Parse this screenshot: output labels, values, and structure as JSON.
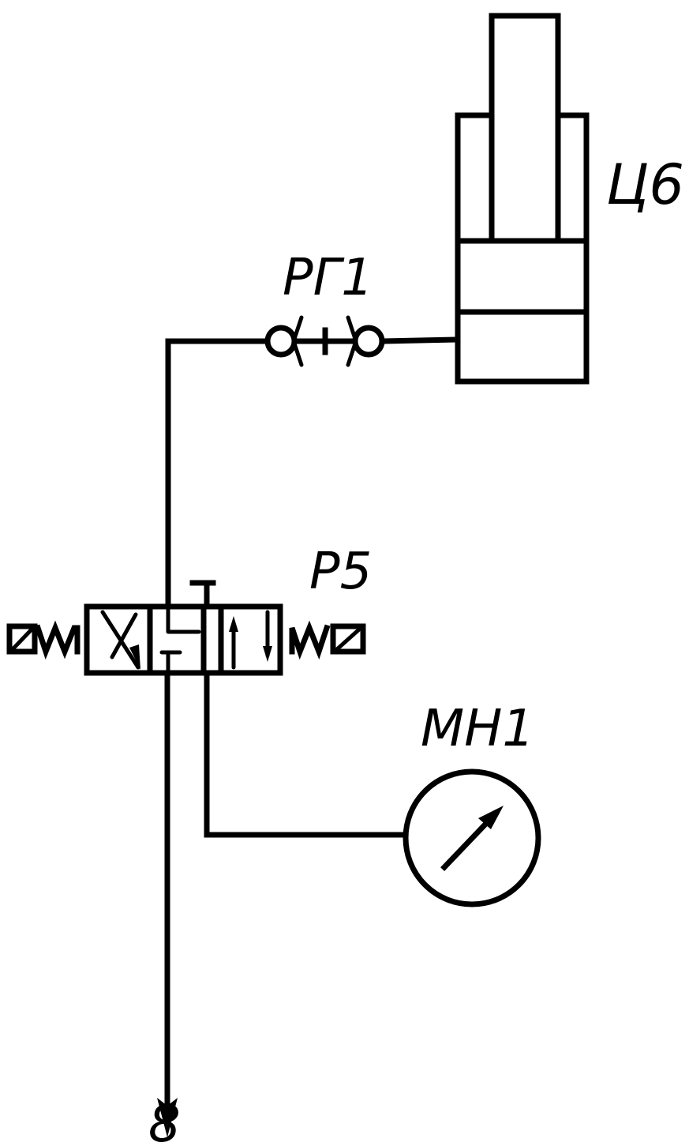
{
  "labels": {
    "cylinder": "Ц6",
    "throttle": "РГ1",
    "valve": "Р5",
    "gauge": "МН1",
    "outlet": "8"
  },
  "colors": {
    "line": "#000000",
    "background": "#ffffff"
  }
}
